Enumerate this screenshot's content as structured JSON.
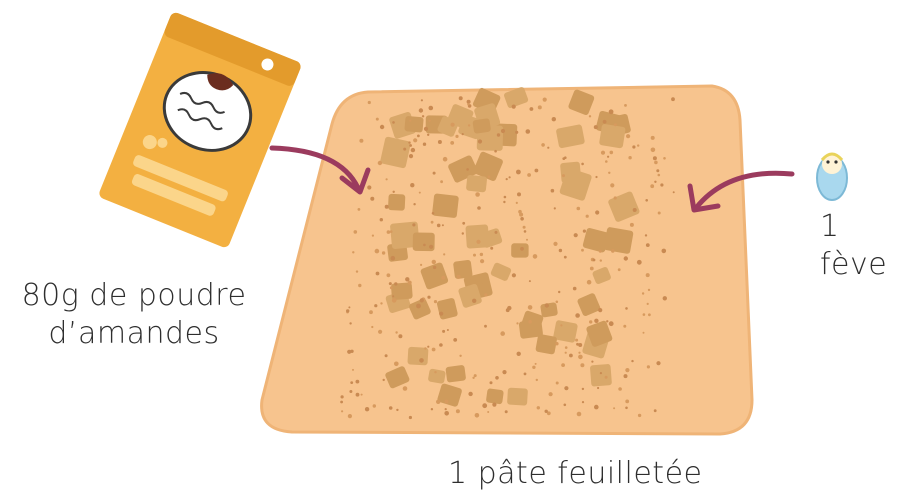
{
  "ingredients": {
    "almond_powder": {
      "line1": "80g de poudre",
      "line2": "d’amandes",
      "icon": "almond-powder-packet-icon",
      "packet_color": "#f3b041"
    },
    "feve": {
      "label": "1 fève",
      "icon": "feve-figurine-icon",
      "color": "#a9d8ee"
    },
    "puff_pastry": {
      "label": "1 pâte feuilletée",
      "icon": "puff-pastry-sheet-icon",
      "color": "#f7c48e"
    }
  },
  "arrows": {
    "color": "#9b3b5e",
    "items": [
      "arrow-from-almond-to-pastry",
      "arrow-from-feve-to-pastry"
    ]
  }
}
